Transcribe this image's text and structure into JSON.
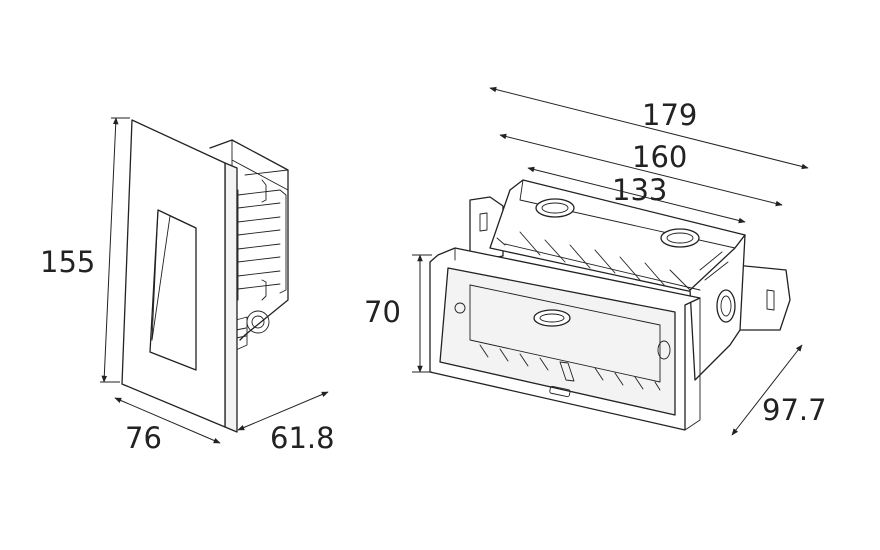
{
  "diagram": {
    "dimensions": {
      "front_height": "155",
      "front_width": "76",
      "front_depth": "61.8",
      "box_length_overall": "179",
      "box_length_mid": "160",
      "box_length_inner": "133",
      "box_height": "70",
      "box_depth": "97.7"
    },
    "colors": {
      "line": "#222222",
      "background": "#ffffff"
    }
  }
}
